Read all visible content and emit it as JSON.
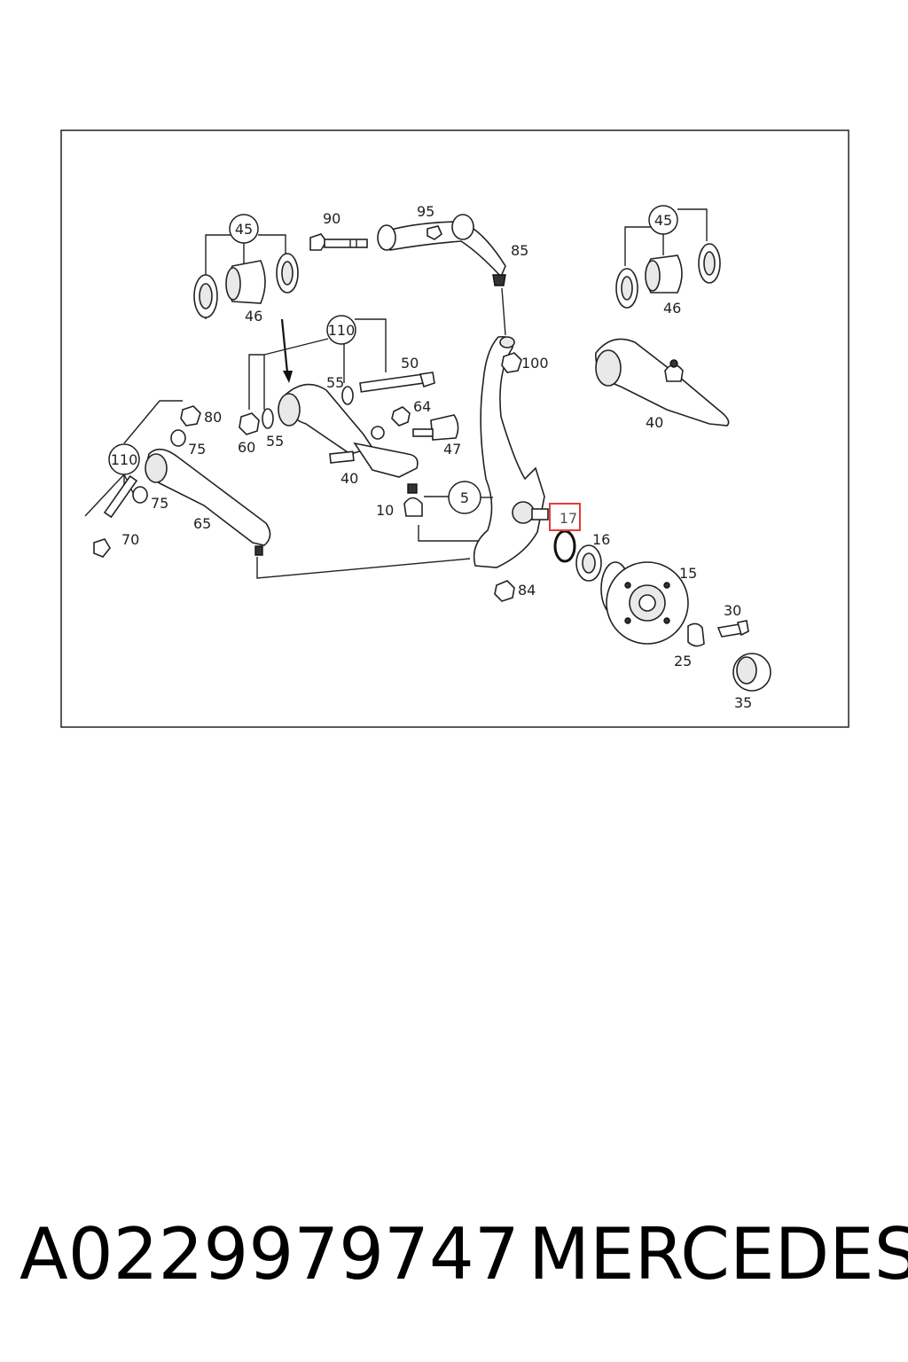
{
  "labels": {
    "l45a": "45",
    "l46a": "46",
    "l90": "90",
    "l95": "95",
    "l85": "85",
    "l45b": "45",
    "l46b": "46",
    "l110a": "110",
    "l55a": "55",
    "l50": "50",
    "l100": "100",
    "l80": "80",
    "l75a": "75",
    "l60": "60",
    "l55b": "55",
    "l64": "64",
    "l47": "47",
    "l40a": "40",
    "l40b": "40",
    "l110b": "110",
    "l75b": "75",
    "l5": "5",
    "l10": "10",
    "l65": "65",
    "l70": "70",
    "l17": "17",
    "l16": "16",
    "l15": "15",
    "l84": "84",
    "l30": "30",
    "l25": "25",
    "l35": "35"
  },
  "highlight": {
    "label": "17",
    "color": "#e03c3c"
  },
  "footer": {
    "part_number": "A0229979747",
    "brand": "MERCEDES"
  }
}
